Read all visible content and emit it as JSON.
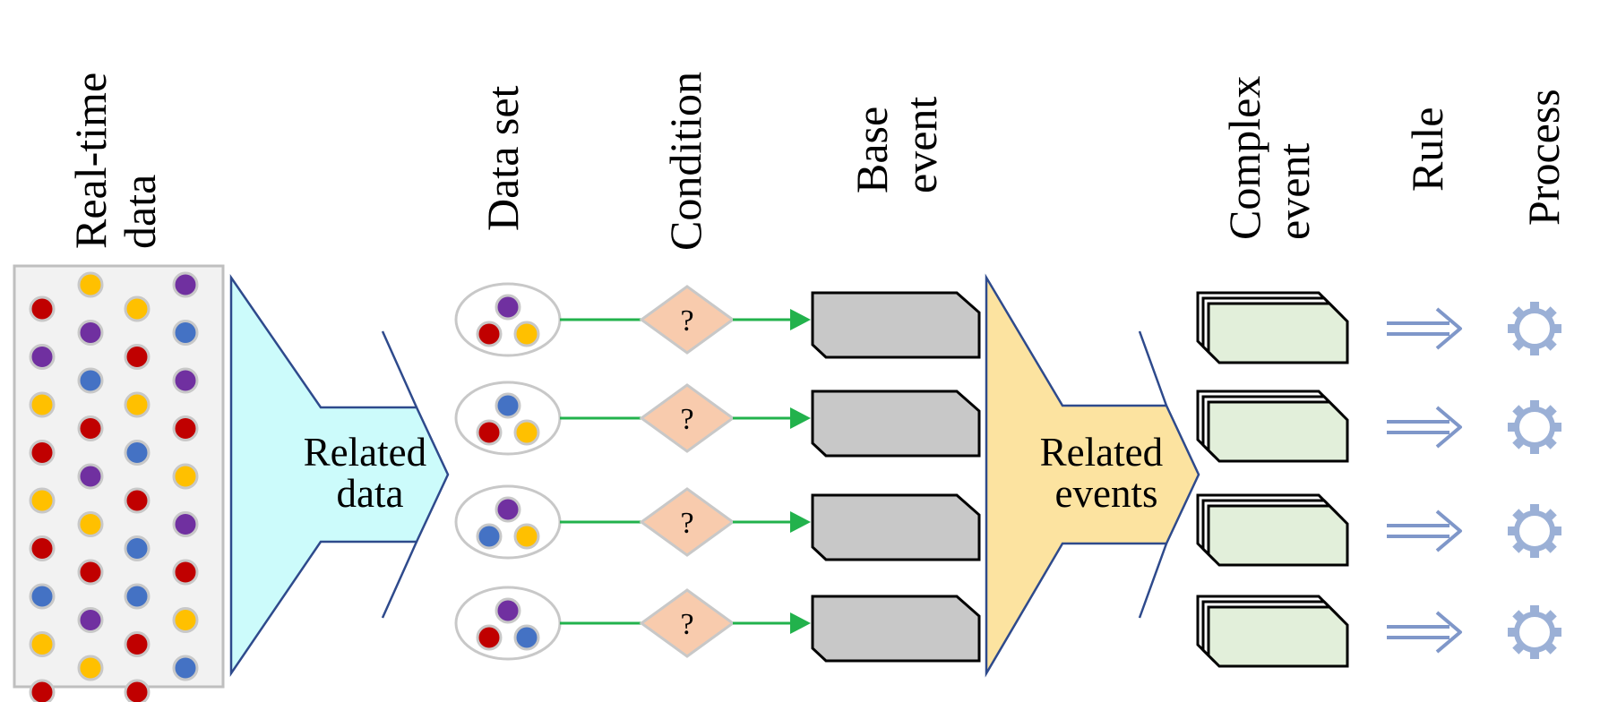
{
  "colors": {
    "red": "#c00000",
    "yellow": "#ffc000",
    "purple": "#7030a0",
    "blue": "#4472c4",
    "dot_ring": "#c8c8c8",
    "panel_fill": "#f2f2f2",
    "panel_border": "#bfbfbf",
    "funnel_data_fill": "#ccfbfb",
    "funnel_events_fill": "#fce3a0",
    "funnel_stroke": "#2e4a8c",
    "condition_fill": "#f8cbad",
    "event_fill": "#c8c8c8",
    "complex_fill": "#e2efda",
    "connector": "#22b24c",
    "rule_arrow": "#7f97c9",
    "gear": "#9bb0d6"
  },
  "column_titles": {
    "real_time": [
      "Real-time",
      "data"
    ],
    "data_set": [
      "Data set"
    ],
    "condition": [
      "Condition"
    ],
    "base_event": [
      "Base",
      "event"
    ],
    "complex_event": [
      "Complex",
      "event"
    ],
    "rule": [
      "Rule"
    ],
    "process": [
      "Process"
    ]
  },
  "funnel_labels": {
    "related_data": [
      "Related",
      "data"
    ],
    "related_events": [
      "Related",
      "events"
    ]
  },
  "condition_symbol": "?",
  "real_time_dots": [
    [
      "red",
      "purple",
      "yellow",
      "red",
      "yellow",
      "red",
      "blue",
      "yellow",
      "red"
    ],
    [
      "yellow",
      "purple",
      "blue",
      "red",
      "purple",
      "yellow",
      "red",
      "purple",
      "yellow"
    ],
    [
      "yellow",
      "red",
      "yellow",
      "blue",
      "red",
      "blue",
      "blue",
      "red",
      "red"
    ],
    [
      "purple",
      "blue",
      "purple",
      "red",
      "yellow",
      "purple",
      "red",
      "yellow",
      "blue"
    ]
  ],
  "data_sets": [
    [
      "purple",
      "red",
      "yellow"
    ],
    [
      "blue",
      "red",
      "yellow"
    ],
    [
      "purple",
      "blue",
      "yellow"
    ],
    [
      "purple",
      "red",
      "blue"
    ]
  ],
  "pipeline_rows": 4,
  "icons": {
    "gear": "gear-icon",
    "rule_arrow": "double-arrow-icon"
  }
}
